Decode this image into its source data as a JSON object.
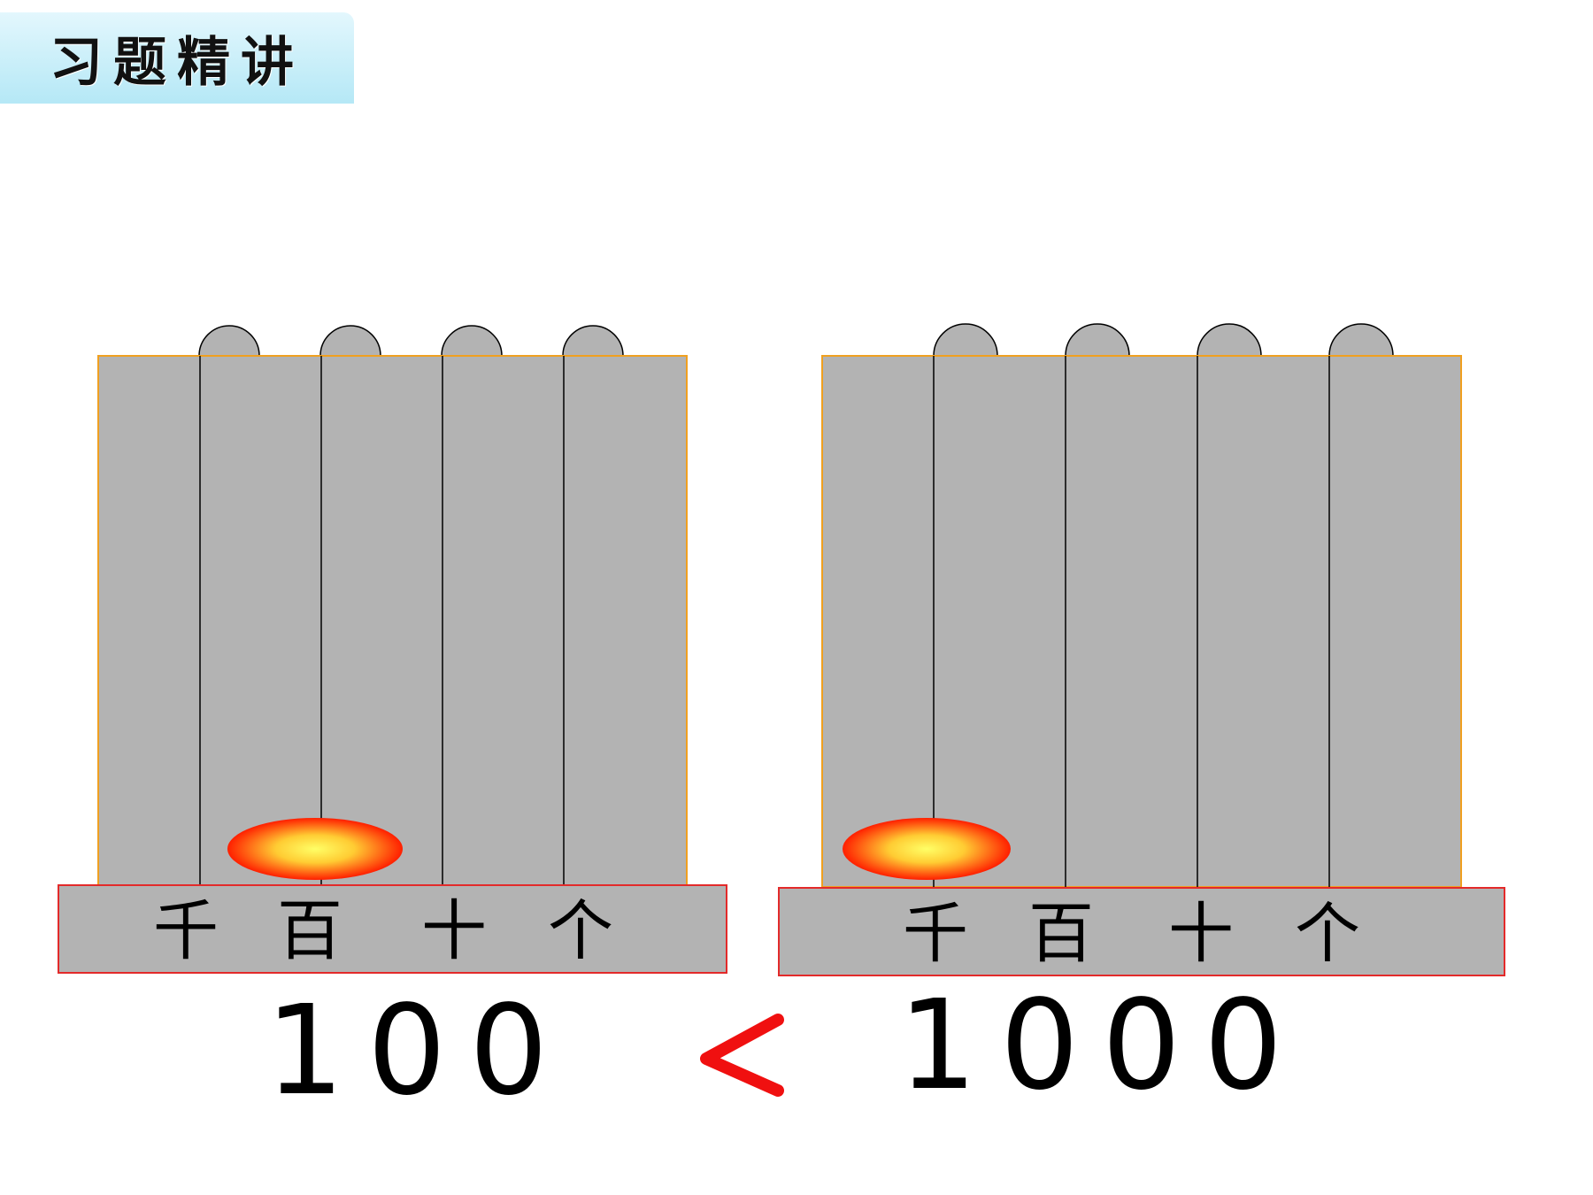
{
  "header": {
    "title": "习题精讲"
  },
  "colors": {
    "counter_fill": "#b3b3b3",
    "counter_border": "#f0a020",
    "base_border": "#e32a2a",
    "bead_center": "#ffff66",
    "bead_edge": "#ff1f00",
    "sign_color": "#f01010",
    "title_bg": "#c4edf8"
  },
  "left_abacus": {
    "places": [
      "千",
      "百",
      "十",
      "个"
    ],
    "beads": [
      0,
      1,
      0,
      0
    ],
    "number": "100"
  },
  "right_abacus": {
    "places": [
      "千",
      "百",
      "十",
      "个"
    ],
    "beads": [
      1,
      0,
      0,
      0
    ],
    "number": "1000"
  },
  "comparison": {
    "symbol": "<",
    "symbol_icon": "less-than-icon"
  }
}
